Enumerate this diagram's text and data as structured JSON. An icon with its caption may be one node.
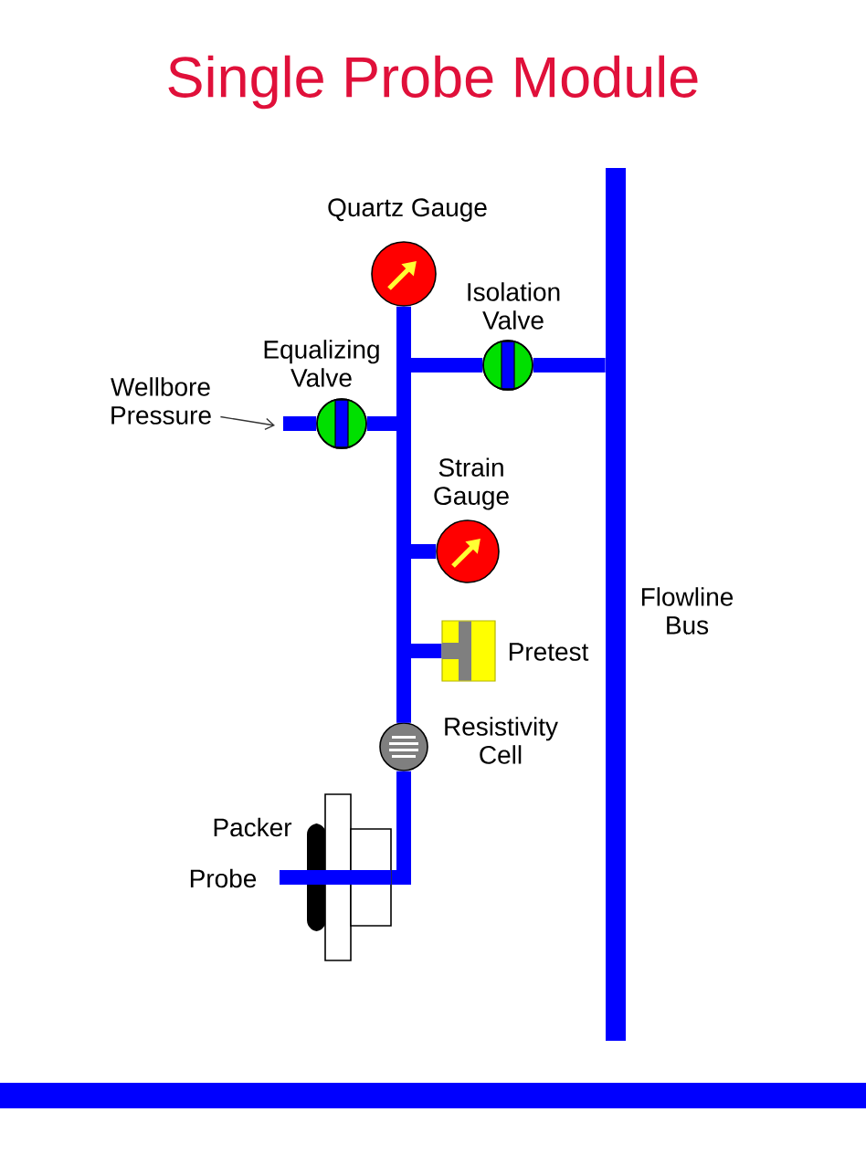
{
  "diagram": {
    "title": "Single Probe Module",
    "nodes": [
      {
        "text": [
          "Quartz Gauge"
        ]
      },
      {
        "text": [
          "Isolation Valve"
        ]
      },
      {
        "text": [
          "Equalizing Valve"
        ]
      },
      {
        "text": [
          "Wellbore Pressure"
        ]
      },
      {
        "text": [
          "Strain Gauge"
        ]
      },
      {
        "text": [
          "Flowline Bus"
        ]
      },
      {
        "text": [
          "Pretest"
        ]
      },
      {
        "text": [
          "Resistivity Cell"
        ]
      },
      {
        "text": [
          "Packer",
          "Probe"
        ]
      }
    ],
    "edges": [
      {
        "from": 0,
        "to": 7,
        "arrow": "none"
      },
      {
        "from": 1,
        "to": 7,
        "arrow": "none"
      },
      {
        "from": 2,
        "to": 7,
        "arrow": "none"
      },
      {
        "from": 4,
        "to": 7,
        "arrow": "none"
      },
      {
        "from": 6,
        "to": 7,
        "arrow": "none"
      },
      {
        "from": 7,
        "to": 8,
        "arrow": "none"
      },
      {
        "from": 1,
        "to": 5,
        "arrow": "none"
      },
      {
        "from": 2,
        "to": null,
        "arrow": "none"
      },
      {
        "from": 3,
        "to": null,
        "arrow": "to",
        "color": "#333333"
      }
    ]
  }
}
